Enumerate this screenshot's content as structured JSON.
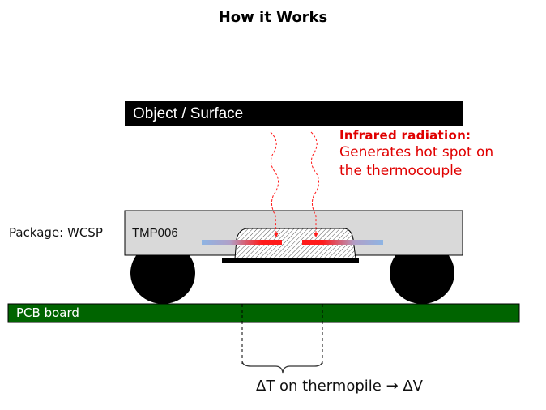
{
  "title": "How it Works",
  "object_surface": {
    "label": "Object / Surface",
    "color": "#000000"
  },
  "infrared": {
    "title": "Infrared  radiation:",
    "description_lines": [
      "Generates hot spot on",
      "the thermocouple"
    ],
    "color": "#e00000"
  },
  "package": {
    "label": "Package: WCSP",
    "chip_name": "TMP006",
    "fill": "#d9d9d9"
  },
  "pcb": {
    "label": "PCB board",
    "color": "#006400"
  },
  "thermopile": {
    "hot_color": "#ff1a1a",
    "cold_color": "#8eb4e3"
  },
  "annotation": {
    "label": "ΔT on thermopile → ΔV"
  }
}
